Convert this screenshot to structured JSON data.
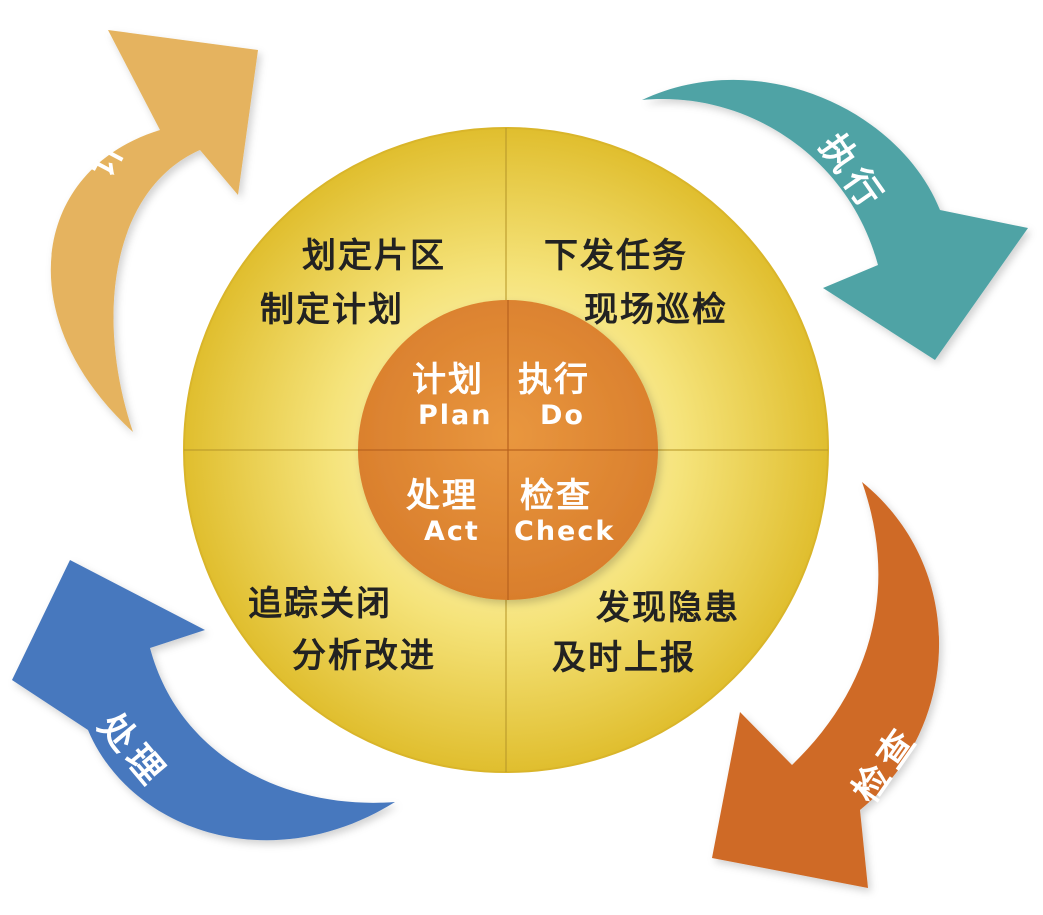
{
  "colors": {
    "plan_arrow": "#E5B35E",
    "do_arrow": "#4FA3A5",
    "check_arrow": "#CF6A28",
    "act_arrow": "#4778BE",
    "outer_circle_center": "#FFF7C8",
    "outer_circle_edge": "#E3C334",
    "inner_circle": "#E08A35"
  },
  "arrows": {
    "plan": "计划",
    "do": "执行",
    "check": "检查",
    "act": "处理"
  },
  "quadrants": {
    "plan": {
      "line1": "划定片区",
      "line2": "制定计划"
    },
    "do": {
      "line1": "下发任务",
      "line2": "现场巡检"
    },
    "check": {
      "line1": "发现隐患",
      "line2": "及时上报"
    },
    "act": {
      "line1": "追踪关闭",
      "line2": "分析改进"
    }
  },
  "core": {
    "plan": {
      "cn": "计划",
      "en": "Plan"
    },
    "do": {
      "cn": "执行",
      "en": "Do"
    },
    "check": {
      "cn": "检查",
      "en": "Check"
    },
    "act": {
      "cn": "处理",
      "en": "Act"
    }
  }
}
